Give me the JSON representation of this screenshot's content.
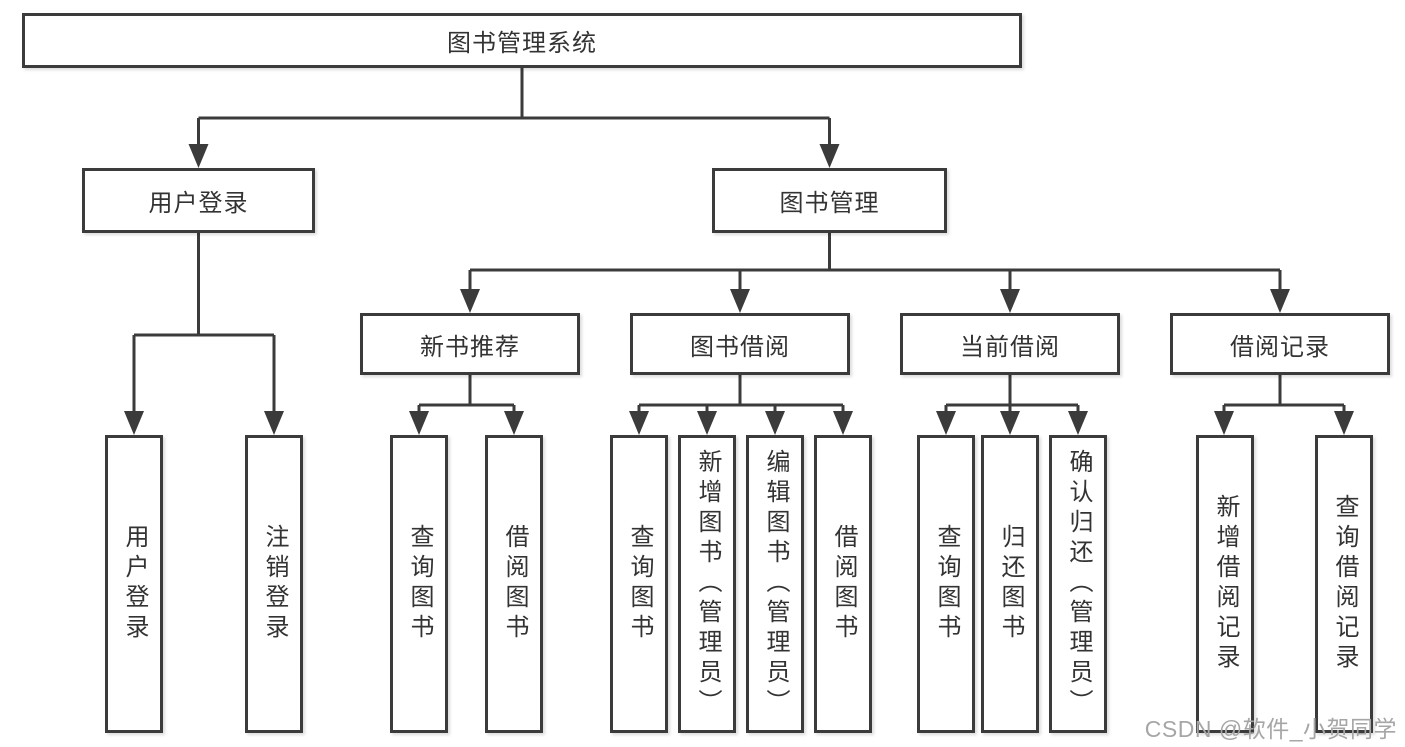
{
  "diagram": {
    "root": {
      "label": "图书管理系统"
    },
    "level2": [
      {
        "label": "用户登录"
      },
      {
        "label": "图书管理"
      }
    ],
    "level3": [
      {
        "label": "新书推荐"
      },
      {
        "label": "图书借阅"
      },
      {
        "label": "当前借阅"
      },
      {
        "label": "借阅记录"
      }
    ],
    "leaves": {
      "user_login": [
        {
          "label": "用户登录"
        },
        {
          "label": "注销登录"
        }
      ],
      "new_book_recommend": [
        {
          "label": "查询图书"
        },
        {
          "label": "借阅图书"
        }
      ],
      "book_borrow": [
        {
          "label": "查询图书"
        },
        {
          "label": "新增图书（管理员）"
        },
        {
          "label": "编辑图书（管理员）"
        },
        {
          "label": "借阅图书"
        }
      ],
      "current_borrow": [
        {
          "label": "查询图书"
        },
        {
          "label": "归还图书"
        },
        {
          "label": "确认归还（管理员）"
        }
      ],
      "borrow_records": [
        {
          "label": "新增借阅记录"
        },
        {
          "label": "查询借阅记录"
        }
      ]
    },
    "watermark": "CSDN @软件_小贺同学",
    "colors": {
      "line": "#3b3b3b",
      "text": "#333333",
      "watermark": "#a6a6a6",
      "background": "#ffffff"
    }
  }
}
